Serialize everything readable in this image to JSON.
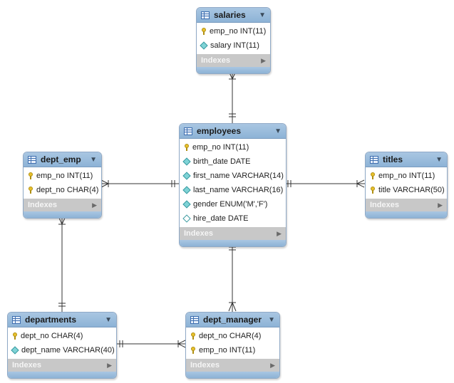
{
  "tables": {
    "salaries": {
      "name": "salaries",
      "columns": [
        {
          "text": "emp_no INT(11)",
          "icon": "key-icon"
        },
        {
          "text": "salary INT(11)",
          "icon": "diamond-icon"
        }
      ],
      "indexes_label": "Indexes"
    },
    "employees": {
      "name": "employees",
      "columns": [
        {
          "text": "emp_no INT(11)",
          "icon": "key-icon"
        },
        {
          "text": "birth_date DATE",
          "icon": "diamond-icon"
        },
        {
          "text": "first_name VARCHAR(14)",
          "icon": "diamond-icon"
        },
        {
          "text": "last_name VARCHAR(16)",
          "icon": "diamond-icon"
        },
        {
          "text": "gender ENUM('M','F')",
          "icon": "diamond-icon"
        },
        {
          "text": "hire_date DATE",
          "icon": "diamond-empty-icon"
        }
      ],
      "indexes_label": "Indexes"
    },
    "dept_emp": {
      "name": "dept_emp",
      "columns": [
        {
          "text": "emp_no INT(11)",
          "icon": "key-icon"
        },
        {
          "text": "dept_no CHAR(4)",
          "icon": "key-icon"
        }
      ],
      "indexes_label": "Indexes"
    },
    "titles": {
      "name": "titles",
      "columns": [
        {
          "text": "emp_no INT(11)",
          "icon": "key-icon"
        },
        {
          "text": "title VARCHAR(50)",
          "icon": "key-icon"
        }
      ],
      "indexes_label": "Indexes"
    },
    "departments": {
      "name": "departments",
      "columns": [
        {
          "text": "dept_no CHAR(4)",
          "icon": "key-icon"
        },
        {
          "text": "dept_name VARCHAR(40)",
          "icon": "diamond-icon"
        }
      ],
      "indexes_label": "Indexes"
    },
    "dept_manager": {
      "name": "dept_manager",
      "columns": [
        {
          "text": "dept_no CHAR(4)",
          "icon": "key-icon"
        },
        {
          "text": "emp_no INT(11)",
          "icon": "key-icon"
        }
      ],
      "indexes_label": "Indexes"
    }
  },
  "relationships": [
    {
      "from": "employees",
      "to": "salaries",
      "from_end": "one",
      "to_end": "many"
    },
    {
      "from": "employees",
      "to": "dept_emp",
      "from_end": "one",
      "to_end": "many"
    },
    {
      "from": "employees",
      "to": "titles",
      "from_end": "one",
      "to_end": "many"
    },
    {
      "from": "employees",
      "to": "dept_manager",
      "from_end": "one",
      "to_end": "many"
    },
    {
      "from": "departments",
      "to": "dept_emp",
      "from_end": "one",
      "to_end": "many"
    },
    {
      "from": "departments",
      "to": "dept_manager",
      "from_end": "one",
      "to_end": "many"
    }
  ]
}
